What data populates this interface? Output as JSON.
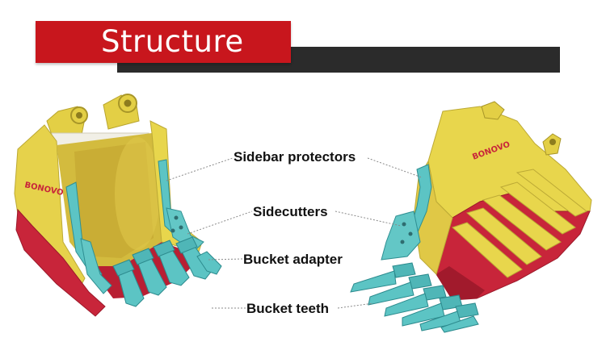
{
  "title": "Structure",
  "labels": {
    "sidebar_protectors": "Sidebar protectors",
    "sidecutters": "Sidecutters",
    "bucket_adapter": "Bucket adapter",
    "bucket_teeth": "Bucket teeth"
  },
  "brand_text": "BONOVO",
  "colors": {
    "banner_red": "#c8161d",
    "banner_dark": "#2b2b2b",
    "bucket_yellow": "#e8d54a",
    "bucket_red": "#c8253a",
    "teeth_cyan": "#5cc4c4"
  }
}
